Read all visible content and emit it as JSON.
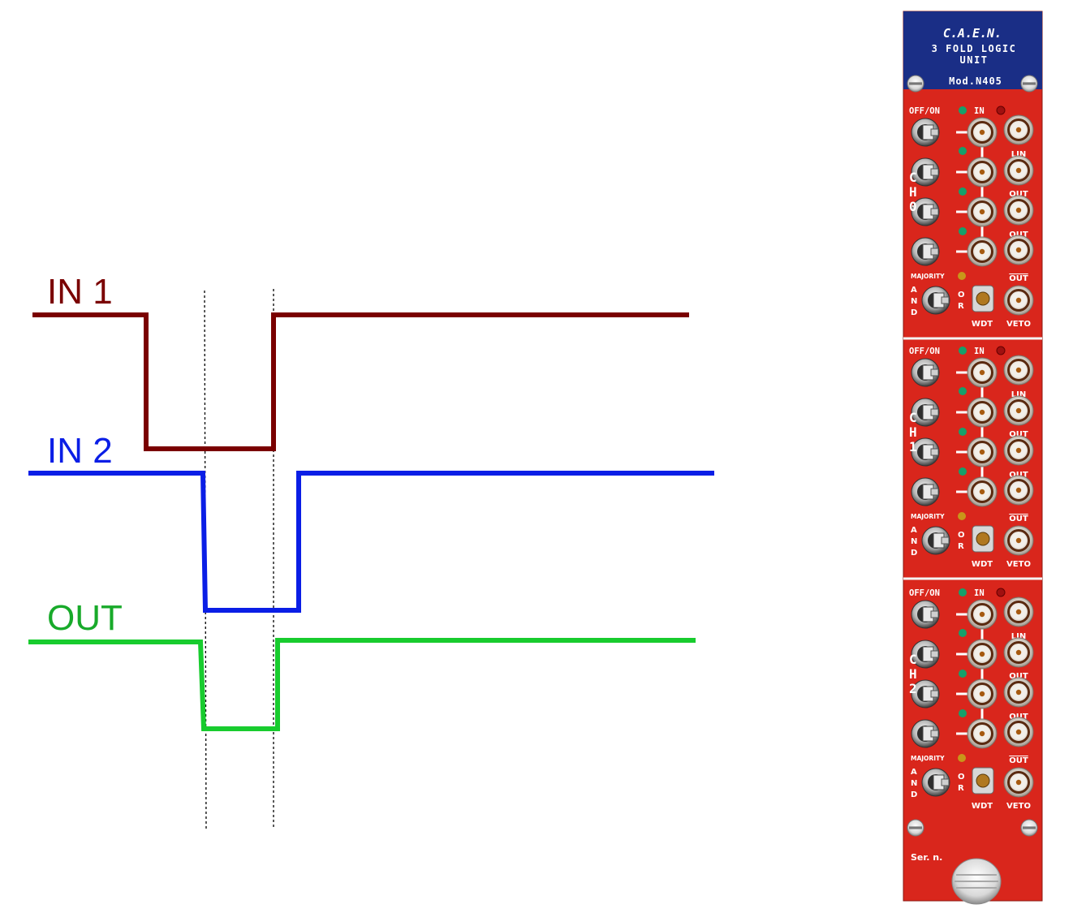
{
  "diagram": {
    "signals": [
      {
        "id": "in1",
        "label": "IN 1",
        "color": "#7a0000"
      },
      {
        "id": "in2",
        "label": "IN 2",
        "color": "#0a1ee6"
      },
      {
        "id": "out",
        "label": "OUT",
        "color": "#18cc2e"
      }
    ],
    "cursor_style": "dotted"
  },
  "module": {
    "brand": "C.A.E.N.",
    "title_line1": "3 FOLD LOGIC",
    "title_line2": "UNIT",
    "model": "Mod.N405",
    "serial_label": "Ser. n.",
    "panel_color": "#d9261c",
    "header_color": "#1a2e86",
    "channels": [
      {
        "letters": [
          "C",
          "H",
          "0"
        ]
      },
      {
        "letters": [
          "C",
          "H",
          "1"
        ]
      },
      {
        "letters": [
          "C",
          "H",
          "2"
        ]
      }
    ],
    "labels": {
      "off_on": "OFF/ON",
      "in": "IN",
      "lin": "LIN",
      "out": "OUT",
      "out_bar": "OUT",
      "majority": "MAJORITY",
      "and_letters": [
        "A",
        "N",
        "D"
      ],
      "or_letters": [
        "O",
        "R"
      ],
      "wdt": "WDT",
      "veto": "VETO"
    }
  }
}
